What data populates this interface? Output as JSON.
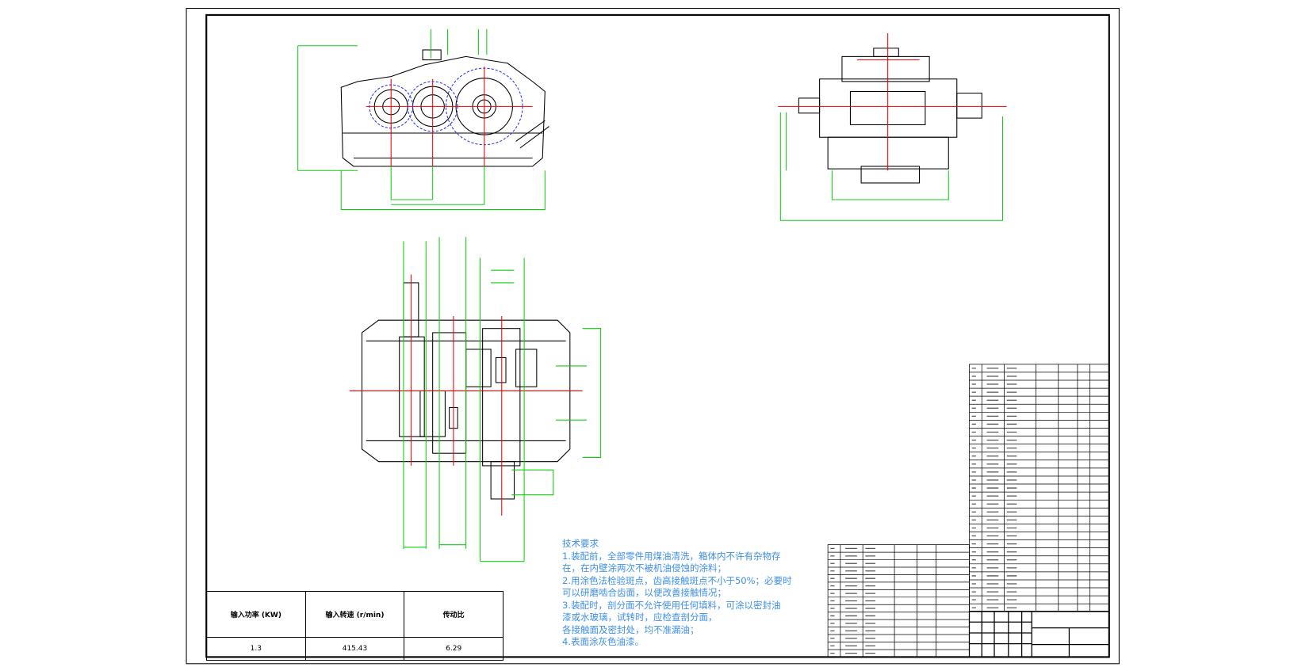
{
  "technical_requirements": {
    "title": "技术要求",
    "lines": [
      "1.装配前，全部零件用煤油清洗，箱体内不许有杂物存",
      "在，在内壁涂两次不被机油侵蚀的涂料；",
      "2.用涂色法检验斑点，齿高接触斑点不小于50%；必要时",
      "可以研磨啮合齿面，以便改善接触情况；",
      "3.装配时，剖分面不允许使用任何填料，可涂以密封油",
      "漆或水玻璃，试转时，应检查剖分面，",
      "各接触面及密封处，均不准漏油；",
      "4.表面涂灰色油漆。"
    ]
  },
  "parameters": {
    "headers": [
      "输入功率 (KW)",
      "输入转速 (r/min)",
      "传动比"
    ],
    "values": [
      "1.3",
      "415.43",
      "6.29"
    ]
  },
  "colors": {
    "outline": "#000000",
    "dimension": "#00cc00",
    "centerline": "#ff0000",
    "pitch": "#0000ff",
    "text": "#3d8fe8"
  }
}
